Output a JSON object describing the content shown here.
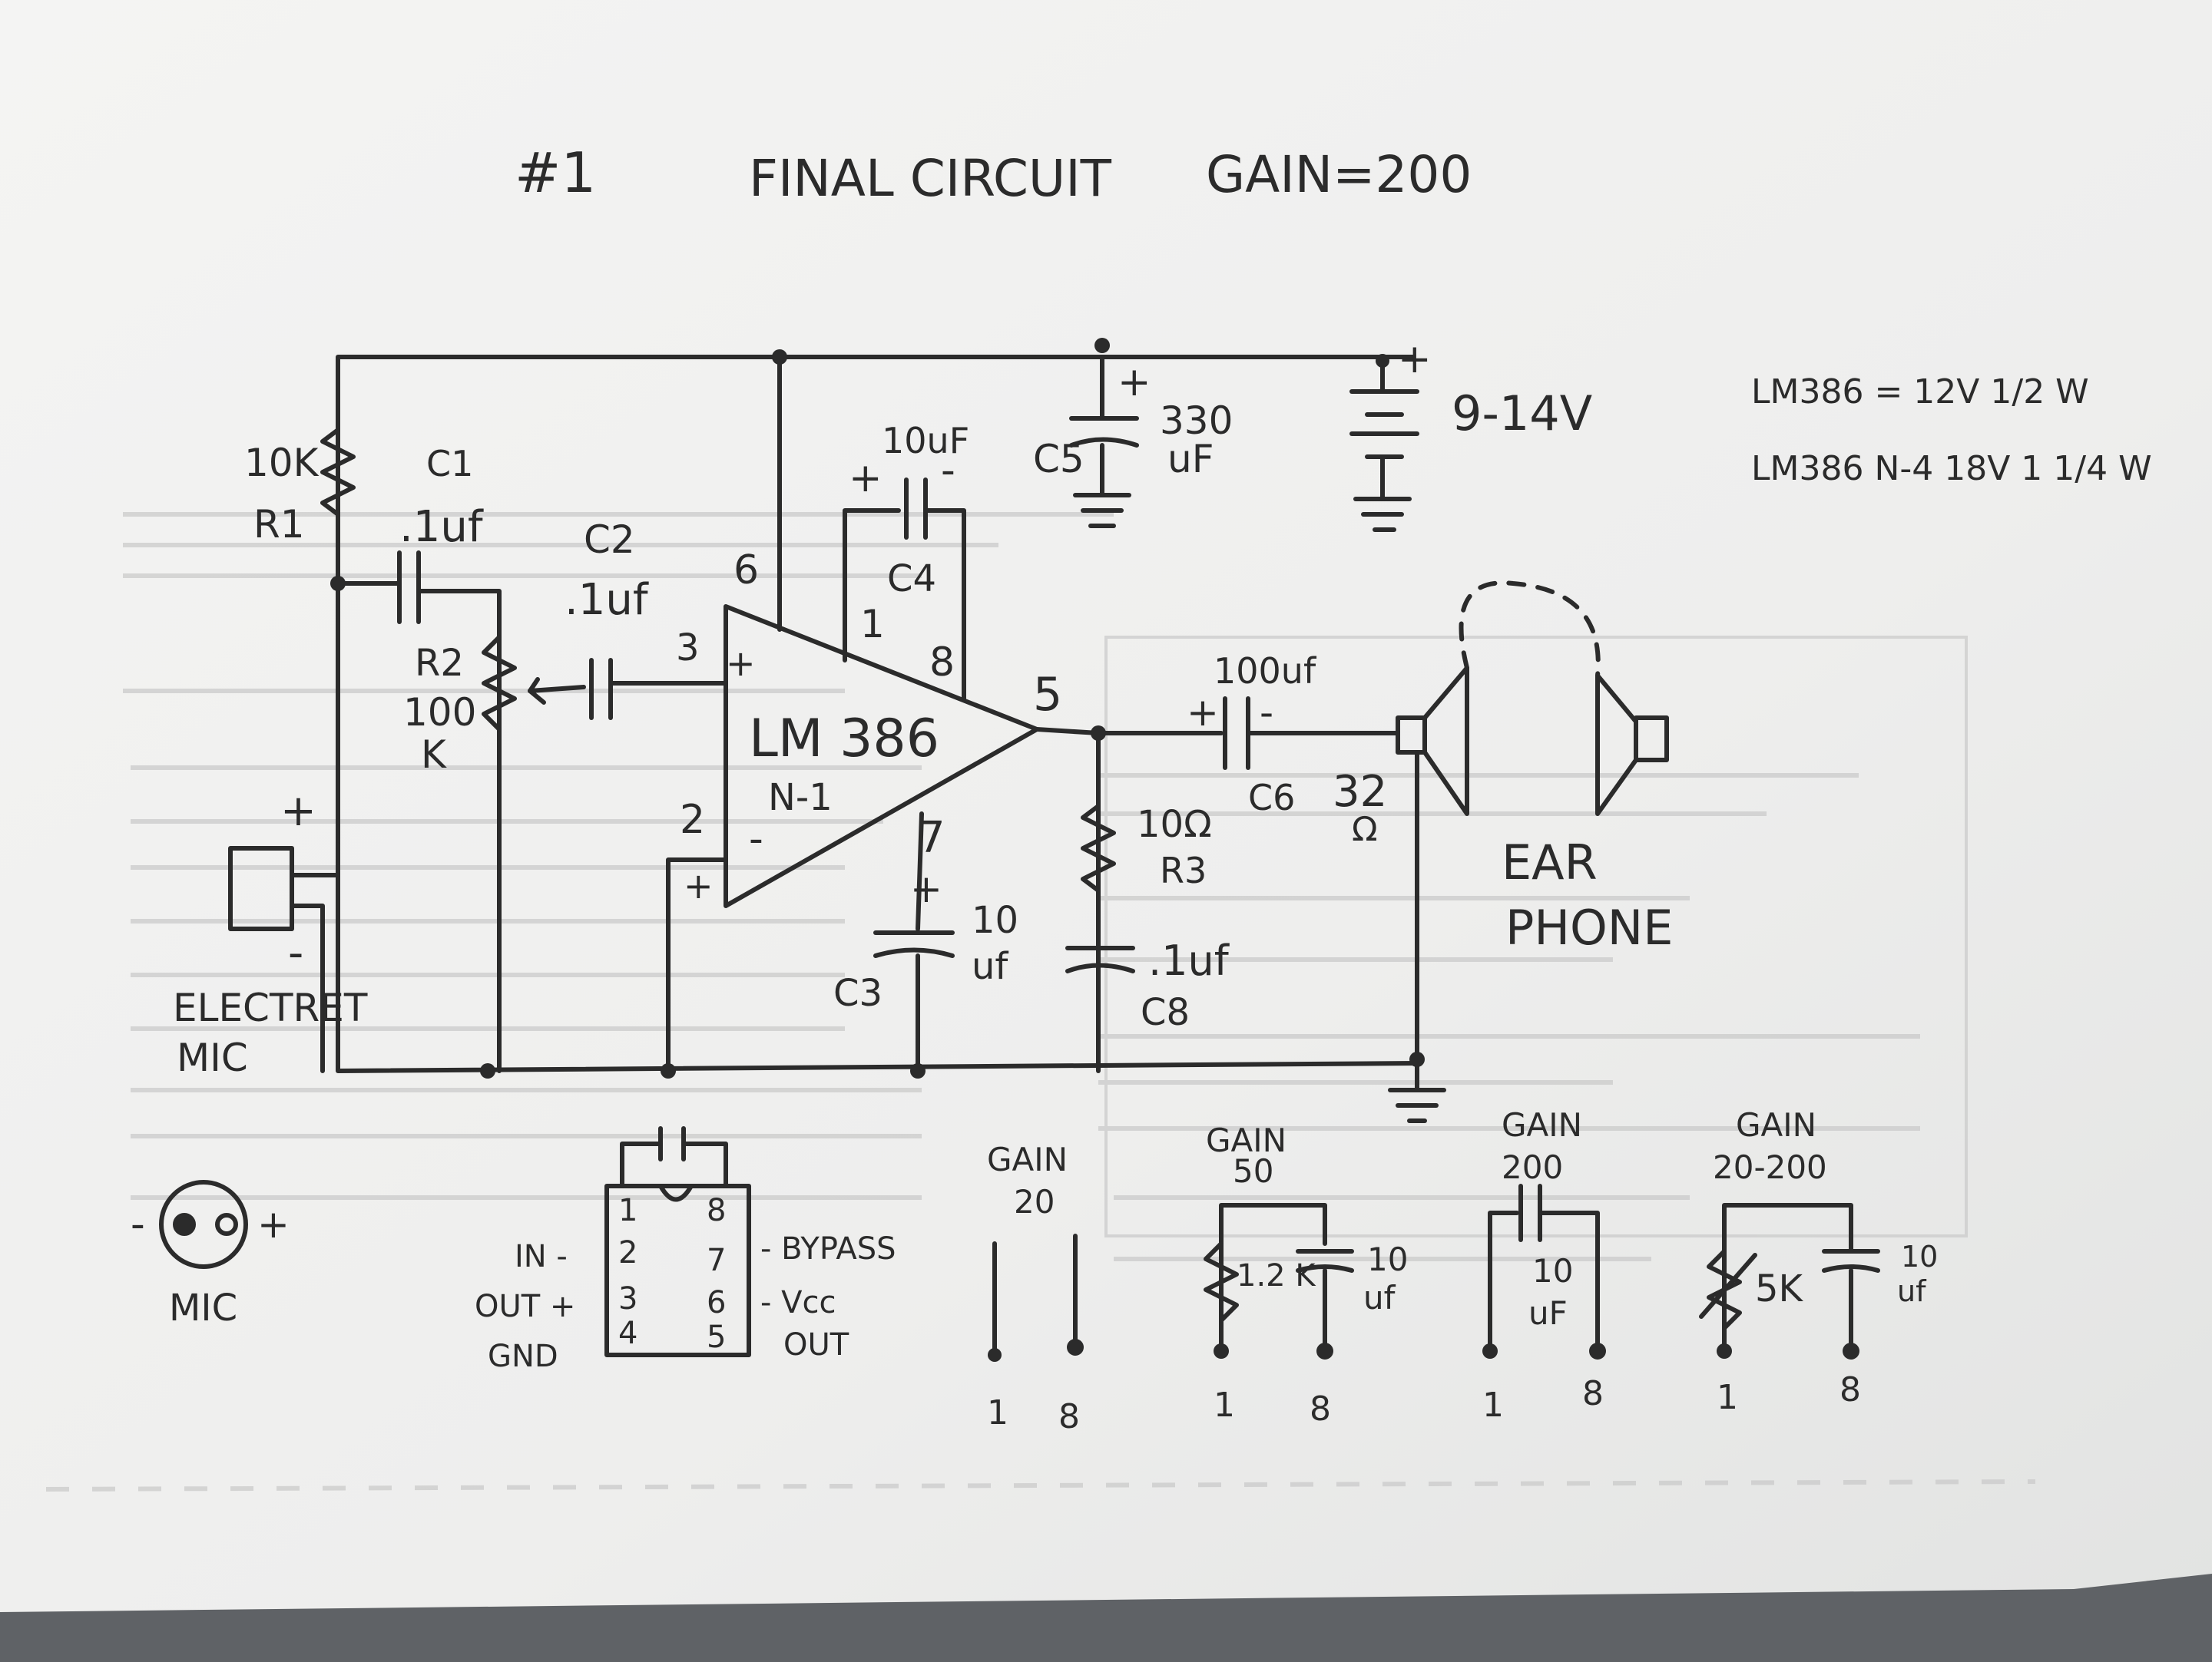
{
  "title": {
    "number": "#1",
    "text": "FINAL CIRCUIT",
    "gain": "GAIN=200"
  },
  "notes": {
    "line1": "LM386 = 12V 1/2 W",
    "line2": "LM386 N-4 18V 1 1/4 W"
  },
  "supply": {
    "label": "9-14V",
    "plus": "+"
  },
  "components": {
    "r1": {
      "value": "10K",
      "name": "R1"
    },
    "c1": {
      "name": "C1",
      "value": ".1uf"
    },
    "c2": {
      "name": "C2",
      "value": ".1uf"
    },
    "r2": {
      "name": "R2",
      "value1": "100",
      "value2": "K"
    },
    "c4": {
      "value": "10uF",
      "name": "C4"
    },
    "c5": {
      "name": "C5",
      "value1": "330",
      "value2": "uF"
    },
    "c6": {
      "value": "100uf",
      "name": "C6"
    },
    "r3": {
      "value": "10Ω",
      "name": "R3"
    },
    "c8": {
      "value": ".1uf",
      "name": "C8"
    },
    "c3": {
      "value1": "10",
      "value2": "uf",
      "name": "C3"
    },
    "ic": {
      "name": "LM 386",
      "variant": "N-1"
    },
    "speaker": {
      "value1": "32",
      "value2": "Ω"
    },
    "earphone": {
      "line1": "EAR",
      "line2": "PHONE"
    },
    "mic": {
      "line1": "ELECTRET",
      "line2": "MIC",
      "plus": "+",
      "minus": "-"
    }
  },
  "pins": {
    "p6": "6",
    "p3": "3",
    "p2": "2",
    "p1": "1",
    "p8": "8",
    "p5": "5",
    "p7": "7",
    "plus": "+",
    "minus": "-"
  },
  "mic_pinout": {
    "label": "MIC",
    "minus": "-",
    "plus": "+"
  },
  "ic_pinout": {
    "left": [
      {
        "label": "IN -",
        "pin": "2"
      },
      {
        "label": "OUT +",
        "pin": "3"
      },
      {
        "label": "GND",
        "pin": "4"
      }
    ],
    "left_top_pin": "1",
    "right": [
      {
        "label": "- BYPASS",
        "pin": "7"
      },
      {
        "label": "- Vcc",
        "pin": "6"
      },
      {
        "label": "OUT",
        "pin": "5"
      }
    ],
    "right_top_pin": "8"
  },
  "gain_options": [
    {
      "label1": "GAIN",
      "label2": "20",
      "pin_left": "1",
      "pin_right": "8"
    },
    {
      "label1": "GAIN",
      "label2": "50",
      "component": "1.2 K",
      "cap1": "10",
      "cap2": "uf",
      "pin_left": "1",
      "pin_right": "8"
    },
    {
      "label1": "GAIN",
      "label2": "200",
      "cap1": "10",
      "cap2": "uF",
      "pin_left": "1",
      "pin_right": "8"
    },
    {
      "label1": "GAIN",
      "label2": "20-200",
      "component": "5K",
      "cap1": "10",
      "cap2": "uf",
      "pin_left": "1",
      "pin_right": "8"
    }
  ],
  "colors": {
    "paper": "#f2f2f1",
    "ink": "#2b2b2b",
    "background": "#5f6266"
  }
}
